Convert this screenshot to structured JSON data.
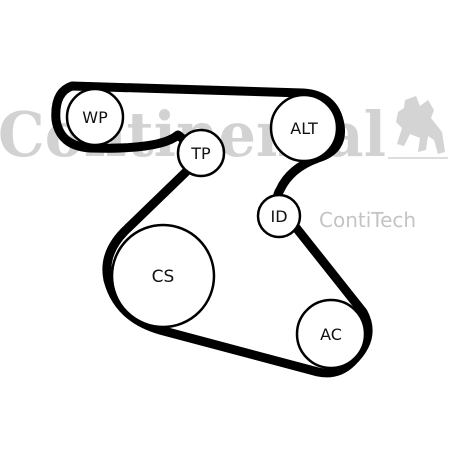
{
  "brand": {
    "name": "Continental",
    "subbrand": "ContiTech",
    "logo_icon": "rearing-horse-icon",
    "watermark_color": "#d2d2d2"
  },
  "belt": {
    "color": "#000000"
  },
  "pulleys": [
    {
      "id": "wp",
      "label": "WP"
    },
    {
      "id": "tp",
      "label": "TP"
    },
    {
      "id": "alt",
      "label": "ALT"
    },
    {
      "id": "id",
      "label": "ID"
    },
    {
      "id": "cs",
      "label": "CS"
    },
    {
      "id": "ac",
      "label": "AC"
    }
  ]
}
